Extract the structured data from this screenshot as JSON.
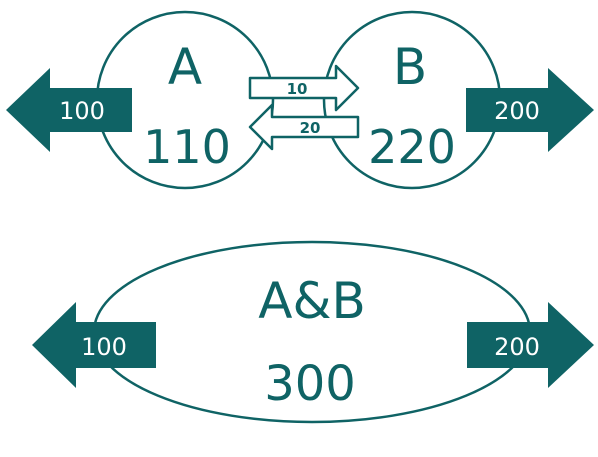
{
  "colors": {
    "primary": "#0f6365",
    "background": "#ffffff"
  },
  "top": {
    "node_a": {
      "name": "A",
      "value": "110"
    },
    "node_b": {
      "name": "B",
      "value": "220"
    },
    "outflow_a": "100",
    "outflow_b": "200",
    "transfer_a_to_b": "10",
    "transfer_b_to_a": "20"
  },
  "bottom": {
    "combined": {
      "name": "A&B",
      "value": "300"
    },
    "outflow_left": "100",
    "outflow_right": "200"
  }
}
